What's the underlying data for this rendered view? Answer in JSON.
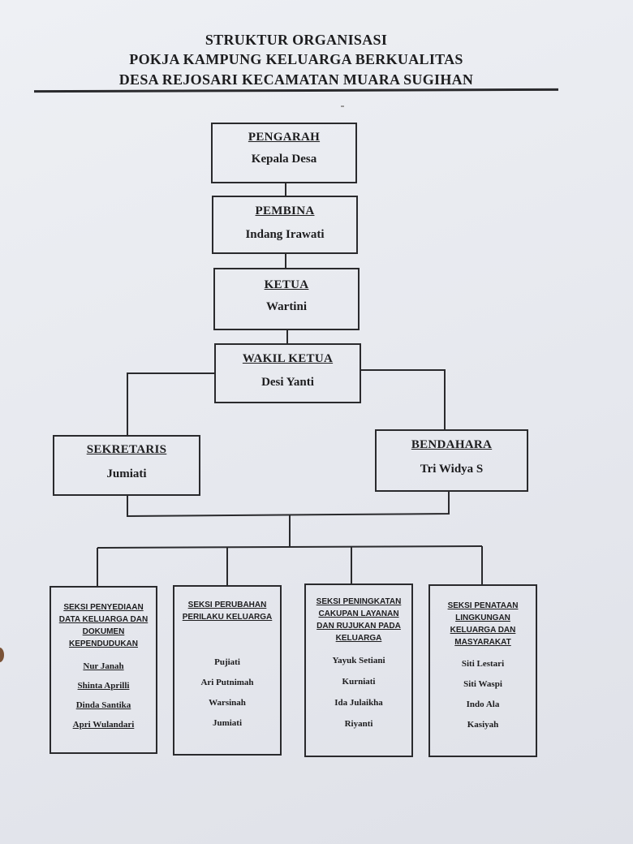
{
  "document": {
    "title_lines": [
      "STRUKTUR ORGANISASI",
      "POKJA KAMPUNG KELUARGA BERKUALITAS",
      "DESA REJOSARI KECAMATAN MUARA SUGIHAN"
    ]
  },
  "chart": {
    "pengarah": {
      "role": "PENGARAH",
      "name": "Kepala Desa"
    },
    "pembina": {
      "role": "PEMBINA",
      "name": "Indang Irawati"
    },
    "ketua": {
      "role": "KETUA",
      "name": "Wartini"
    },
    "wakil_ketua": {
      "role": "WAKIL KETUA",
      "name": "Desi Yanti"
    },
    "sekretaris": {
      "role": "SEKRETARIS",
      "name": "Jumiati"
    },
    "bendahara": {
      "role": "BENDAHARA",
      "name": "Tri Widya S"
    },
    "seksi": [
      {
        "title_lines": [
          "SEKSI PENYEDIAAN",
          "DATA KELUARGA DAN",
          "DOKUMEN",
          "KEPENDUDUKAN"
        ],
        "members": [
          "Nur Janah",
          "Shinta Aprilli",
          "Dinda Santika",
          "Apri Wulandari"
        ]
      },
      {
        "title_lines": [
          "SEKSI PERUBAHAN",
          "PERILAKU KELUARGA"
        ],
        "members": [
          "Pujiati",
          "Ari Putnimah",
          "Warsinah",
          "Jumiati"
        ]
      },
      {
        "title_lines": [
          "SEKSI PENINGKATAN",
          "CAKUPAN LAYANAN",
          "DAN RUJUKAN PADA",
          "KELUARGA"
        ],
        "members": [
          "Yayuk Setiani",
          "Kurniati",
          "Ida Julaikha",
          "Riyanti"
        ]
      },
      {
        "title_lines": [
          "SEKSI PENATAAN",
          "LINGKUNGAN",
          "KELUARGA DAN",
          "MASYARAKAT"
        ],
        "members": [
          "Siti Lestari",
          "Siti Waspi",
          "Indo Ala",
          "Kasiyah"
        ]
      }
    ]
  }
}
